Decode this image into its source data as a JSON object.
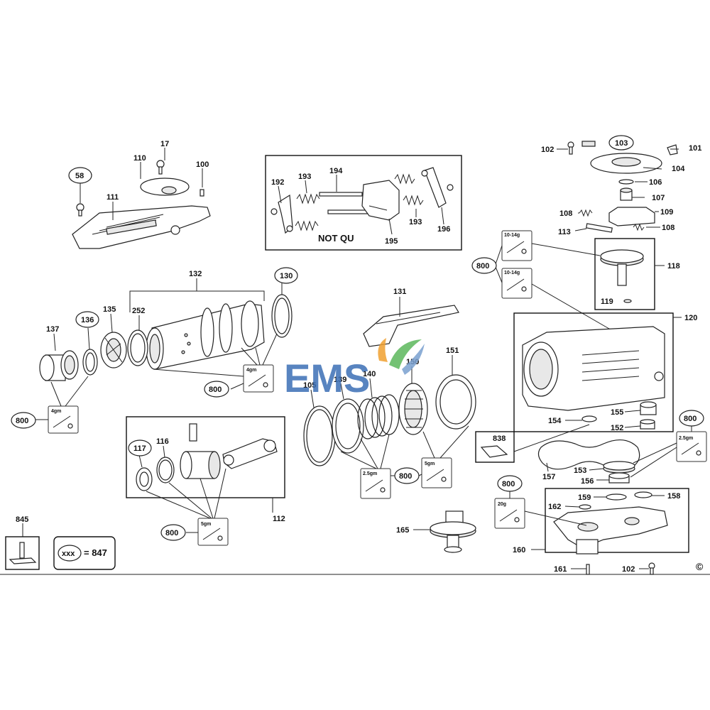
{
  "labels": {
    "p17": "17",
    "p58": "58",
    "p100": "100",
    "p110": "110",
    "p111": "111",
    "p192": "192",
    "p193a": "193",
    "p194": "194",
    "p193b": "193",
    "p195": "195",
    "p196": "196",
    "not_qu": "NOT QU",
    "p102a": "102",
    "p103": "103",
    "p101": "101",
    "p104": "104",
    "p106": "106",
    "p107": "107",
    "p108a": "108",
    "p109": "109",
    "p113": "113",
    "p108b": "108",
    "p118": "118",
    "p119": "119",
    "p120": "120",
    "p132": "132",
    "p130": "130",
    "p131": "131",
    "p137": "137",
    "p136": "136",
    "p135": "135",
    "p252": "252",
    "p105": "105",
    "p139": "139",
    "p140": "140",
    "p150": "150",
    "p151": "151",
    "p117": "117",
    "p116": "116",
    "p112": "112",
    "p845": "845",
    "p838": "838",
    "p154": "154",
    "p155": "155",
    "p152": "152",
    "p157": "157",
    "p153": "153",
    "p156": "156",
    "p159": "159",
    "p158": "158",
    "p162": "162",
    "p160": "160",
    "p165": "165",
    "p161": "161",
    "p102b": "102",
    "c800a": "800",
    "c800b": "800",
    "c800c": "800",
    "c800d": "800",
    "c800e": "800",
    "c800f": "800",
    "c800g": "800",
    "g_10_14a": "10-14g",
    "g_10_14b": "10-14g",
    "g_4a": "4gm",
    "g_4b": "4gm",
    "g_25a": "2.5gm",
    "g_5a": "5gm",
    "g_5b": "5gm",
    "g_25b": "2.5gm",
    "g_20": "20g",
    "legend_xxx": "xxx",
    "legend_eq": "= 847",
    "copyright": "©",
    "logo_text": "EMS"
  },
  "colors": {
    "logo_blue": "#3b6fb6",
    "logo_green": "#5cb85c",
    "logo_orange": "#f0a030"
  }
}
